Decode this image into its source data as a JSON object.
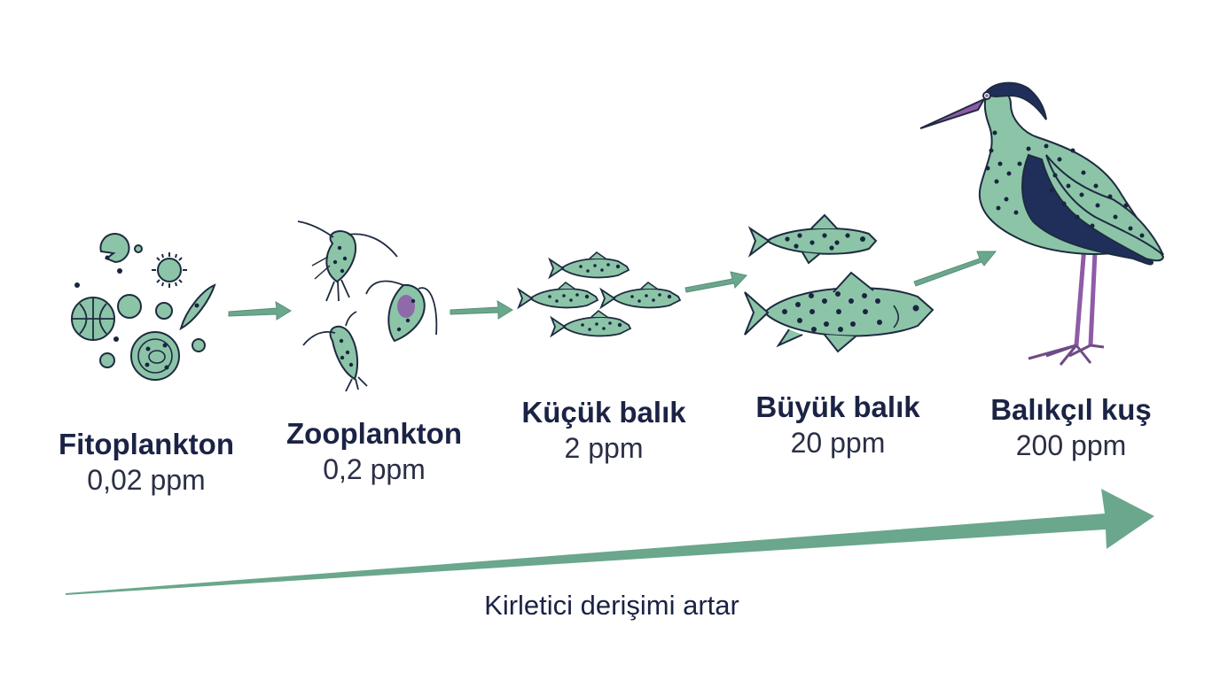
{
  "levels": [
    {
      "name": "Fitoplankton",
      "ppm": "0,02 ppm"
    },
    {
      "name": "Zooplankton",
      "ppm": "0,2 ppm"
    },
    {
      "name": "Küçük balık",
      "ppm": "2 ppm"
    },
    {
      "name": "Büyük balık",
      "ppm": "20 ppm"
    },
    {
      "name": "Balıkçıl kuş",
      "ppm": "200 ppm"
    }
  ],
  "trend": {
    "label": "Kirletici derişimi artar"
  },
  "colors": {
    "fill": "#8cc4a8",
    "outline": "#1e2b40",
    "dot": "#1a2440",
    "arrow": "#6aa78c",
    "accent_purple": "#8f5ba8",
    "dark_navy": "#1f2f5a",
    "text": "#1b2345"
  },
  "icons": [
    "phytoplankton-icon",
    "zooplankton-icon",
    "small-fish-icon",
    "large-fish-icon",
    "heron-icon"
  ]
}
